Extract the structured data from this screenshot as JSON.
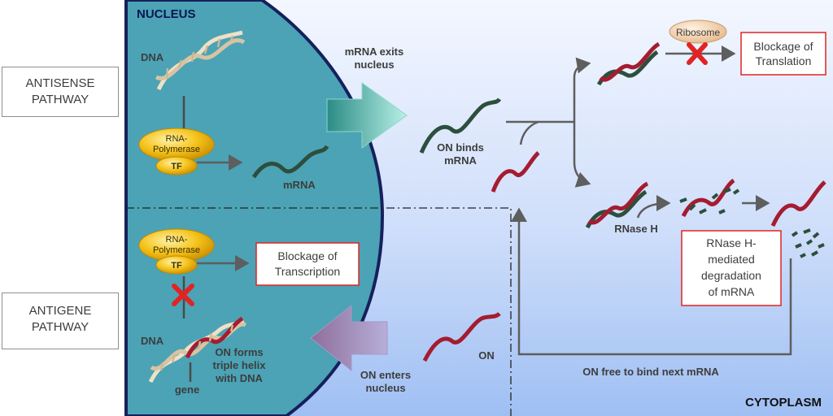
{
  "regions": {
    "nucleus": "NUCLEUS",
    "cytoplasm": "CYTOPLASM"
  },
  "pathways": {
    "antisense": [
      "ANTISENSE",
      "PATHWAY"
    ],
    "antigene": [
      "ANTIGENE",
      "PATHWAY"
    ]
  },
  "labels": {
    "dna_top": "DNA",
    "rna_polymerase_top": [
      "RNA-",
      "Polymerase"
    ],
    "tf_top": "TF",
    "mrna_nucleus": "mRNA",
    "mrna_exits": [
      "mRNA exits",
      "nucleus"
    ],
    "on_binds": [
      "ON binds",
      "mRNA"
    ],
    "ribosome": "Ribosome",
    "blockage_translation": [
      "Blockage of",
      "Translation"
    ],
    "rnase_h": "RNase H",
    "rnase_degradation": [
      "RNase H-",
      "mediated",
      "degradation",
      "of mRNA"
    ],
    "rna_polymerase_bottom": [
      "RNA-",
      "Polymerase"
    ],
    "tf_bottom": "TF",
    "blockage_transcription": [
      "Blockage of",
      "Transcription"
    ],
    "dna_bottom": "DNA",
    "on_triple_helix": [
      "ON forms",
      "triple helix",
      "with DNA"
    ],
    "gene": "gene",
    "on_enters": [
      "ON enters",
      "nucleus"
    ],
    "on": "ON",
    "on_free": "ON free to bind next mRNA"
  },
  "colors": {
    "nucleus_fill": "#4ba3b5",
    "nucleus_border": "#16205c",
    "cytoplasm_top": "#f3f7ff",
    "cytoplasm_bottom": "#9fbff3",
    "oligo_red": "#a51c30",
    "mrna_green": "#2c4f3d",
    "dna_beige": "#efe1c6",
    "polymerase_yellow": "#f4c21a",
    "block_red": "#e02424",
    "arrow_gray": "#5e5e5e"
  }
}
